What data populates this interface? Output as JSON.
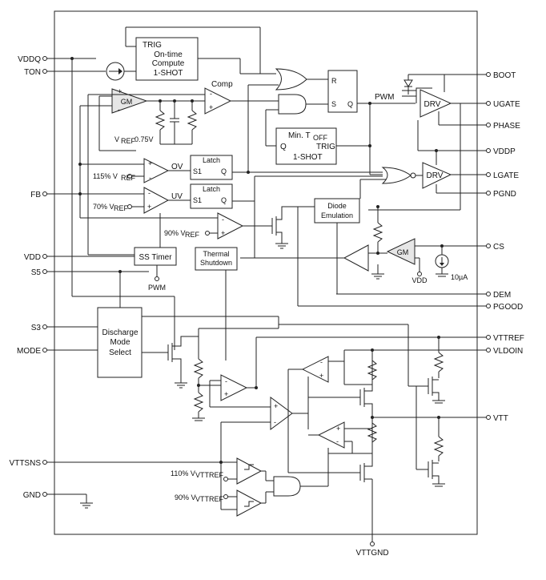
{
  "pins_left": [
    "VDDQ",
    "TON",
    "FB",
    "VDD",
    "S5",
    "S3",
    "MODE",
    "VTTSNS",
    "GND"
  ],
  "pins_right": [
    "BOOT",
    "UGATE",
    "PHASE",
    "VDDP",
    "LGATE",
    "PGND",
    "CS",
    "DEM",
    "PGOOD",
    "VTTREF",
    "VLDOIN",
    "VTT"
  ],
  "pin_bottom": "VTTGND",
  "blocks": {
    "ontime": [
      "TRIG",
      "On-time",
      "Compute",
      "1-SHOT"
    ],
    "min_toff": [
      "Min. T",
      "OFF",
      "Q",
      "TRIG",
      "1-SHOT"
    ],
    "latch1": [
      "Latch",
      "S1",
      "Q"
    ],
    "latch2": [
      "Latch",
      "S1",
      "Q"
    ],
    "ss_timer": "SS Timer",
    "thermal": [
      "Thermal",
      "Shutdown"
    ],
    "diode": [
      "Diode",
      "Emulation"
    ],
    "discharge": [
      "Discharge",
      "Mode",
      "Select"
    ],
    "drv_top": "DRV",
    "drv_bottom": "DRV",
    "srff": [
      "R",
      "S",
      "Q"
    ]
  },
  "labels": {
    "gm_top": "GM",
    "comp": "Comp",
    "vref_075": "0.75V",
    "ov": "OV",
    "uv": "UV",
    "pwm_net": "PWM",
    "pwm_under_ss": "PWM",
    "gm_cs": "GM",
    "vdd_small": "VDD",
    "current_10ua": "10µA",
    "ref_115": "115% V",
    "ref_70": "70% V",
    "ref_90": "90% V",
    "ref_110_tt": "110% V",
    "ref_90_tt": "90% V",
    "sub_ref": "REF",
    "sub_vttref": "VTTREF",
    "vref_prefix": "V",
    "plus": "+",
    "minus": "-"
  }
}
